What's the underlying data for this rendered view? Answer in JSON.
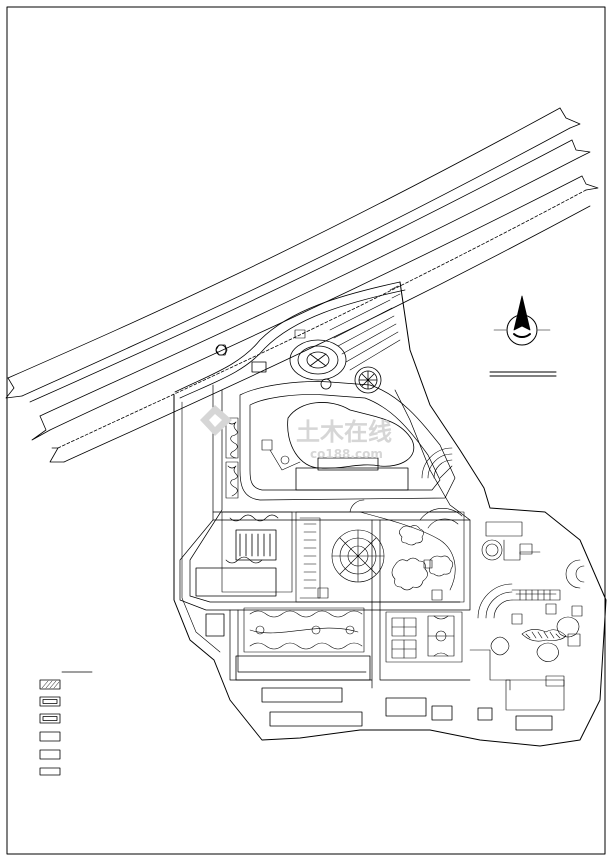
{
  "drawing": {
    "kind": "site plan (CAD line drawing)",
    "line_color": "#000000",
    "background": "#ffffff",
    "watermark_color": "#cccccc"
  },
  "watermark": {
    "text": "土木在线",
    "subtext": "co188.com"
  },
  "north_arrow": {
    "icon": "north-arrow-icon"
  },
  "legend": {
    "swatches": [
      "hatched",
      "double-outline",
      "double-outline",
      "outline",
      "outline",
      "small-outline"
    ]
  }
}
